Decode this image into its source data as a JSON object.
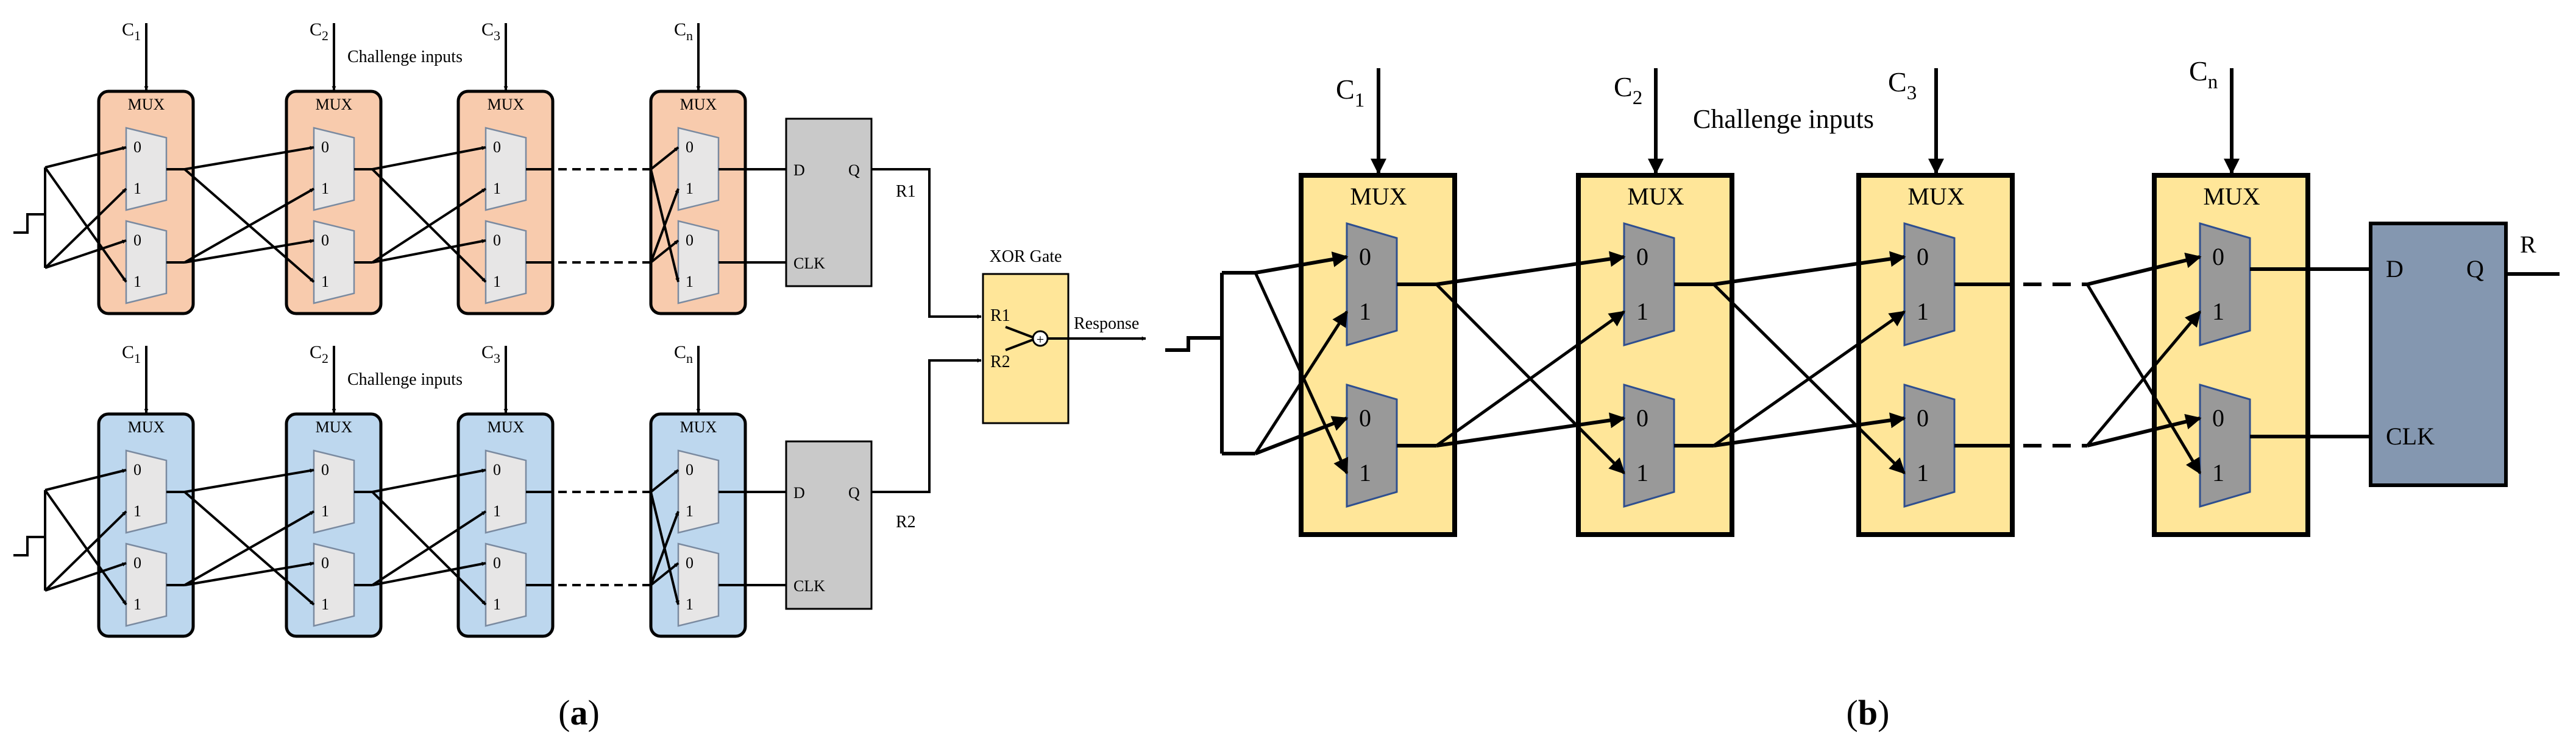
{
  "panel_a": {
    "caption": "a",
    "challenge_label": "Challenge inputs",
    "challenges": [
      "C",
      "C",
      "C",
      "C"
    ],
    "challenge_subs": [
      "1",
      "2",
      "3",
      "n"
    ],
    "mux_label": "MUX",
    "mux_in0": "0",
    "mux_in1": "1",
    "ff_d": "D",
    "ff_q": "Q",
    "ff_clk": "CLK",
    "out_r1": "R1",
    "out_r2": "R2",
    "xor_title": "XOR Gate",
    "xor_r1": "R1",
    "xor_r2": "R2",
    "xor_symbol": "+",
    "response": "Response",
    "colors": {
      "top_chain": "#f8cbad",
      "bottom_chain": "#bdd7ee",
      "mux": "#e7e6e6",
      "ff": "#c9c9c9",
      "xor": "#ffe699"
    }
  },
  "panel_b": {
    "caption": "b",
    "challenge_label": "Challenge inputs",
    "challenges": [
      "C",
      "C",
      "C",
      "C"
    ],
    "challenge_subs": [
      "1",
      "2",
      "3",
      "n"
    ],
    "mux_label": "MUX",
    "mux_in0": "0",
    "mux_in1": "1",
    "ff_d": "D",
    "ff_q": "Q",
    "ff_clk": "CLK",
    "out_r": "R",
    "colors": {
      "stage": "#ffe699",
      "mux": "#999999",
      "ff": "#8497b0"
    }
  }
}
